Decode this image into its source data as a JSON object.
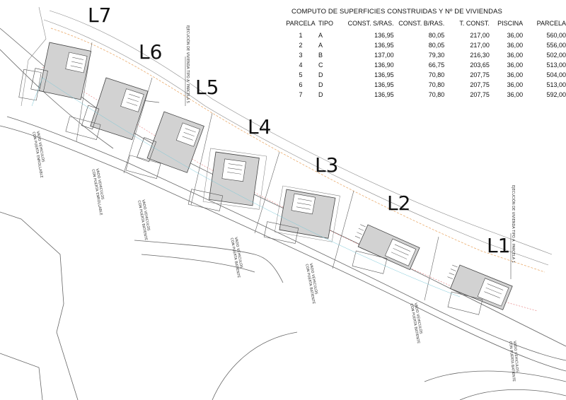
{
  "lot_labels": [
    "L7",
    "L6",
    "L5",
    "L4",
    "L3",
    "L2",
    "L1"
  ],
  "table": {
    "title": "COMPUTO DE SUPERFICIES CONSTRUIDAS Y Nº DE VIVIENDAS",
    "headers": [
      "PARCELA",
      "TIPO",
      "CONST. S/RAS.",
      "CONST. B/RAS.",
      "T. CONST.",
      "PISCINA",
      "PARCELA"
    ],
    "rows": [
      [
        "1",
        "A",
        "136,95",
        "80,05",
        "217,00",
        "36,00",
        "560,00"
      ],
      [
        "2",
        "A",
        "136,95",
        "80,05",
        "217,00",
        "36,00",
        "556,00"
      ],
      [
        "3",
        "B",
        "137,00",
        "79,30",
        "216,30",
        "36,00",
        "502,00"
      ],
      [
        "4",
        "C",
        "136,90",
        "66,75",
        "203,65",
        "36,00",
        "513,00"
      ],
      [
        "5",
        "D",
        "136,95",
        "70,80",
        "207,75",
        "36,00",
        "504,00"
      ],
      [
        "6",
        "D",
        "136,95",
        "70,80",
        "207,75",
        "36,00",
        "513,00"
      ],
      [
        "7",
        "D",
        "136,95",
        "70,80",
        "207,75",
        "36,00",
        "592,00"
      ]
    ]
  },
  "annotations": {
    "vado_1": "VADO VEHICULOS\nCON PUERTA ENROLLABLE",
    "vado_2": "VADO VEHICULOS\nCON PUERTA ENROLLABLE",
    "vado_3": "VADO VEHICULOS\nCON PUERTA BATIENTE",
    "vado_4": "VADO VEHICULOS\nCON PUERTA BATIENTE",
    "vado_5": "VADO VEHICULOS\nCON PUERTA BATIENTE",
    "vado_6": "VADO VEHICULOS\nCON PUERTA BATIENTE",
    "vado_7": "VADO VEHICULOS\nCON PUERTA BATIENTE",
    "ejec_left": "EJECUCIÓN DE VIVIENDA TIPO A  PARCELA 5",
    "ejec_right": "EJECUCIÓN DE VIVIENDA TIPO A  PARCELA 1"
  },
  "colors": {
    "line": "#555555",
    "orange": "#e8a15a",
    "red": "#e05050",
    "cyan": "#7cc8d8",
    "building": "#d2d2d2"
  }
}
